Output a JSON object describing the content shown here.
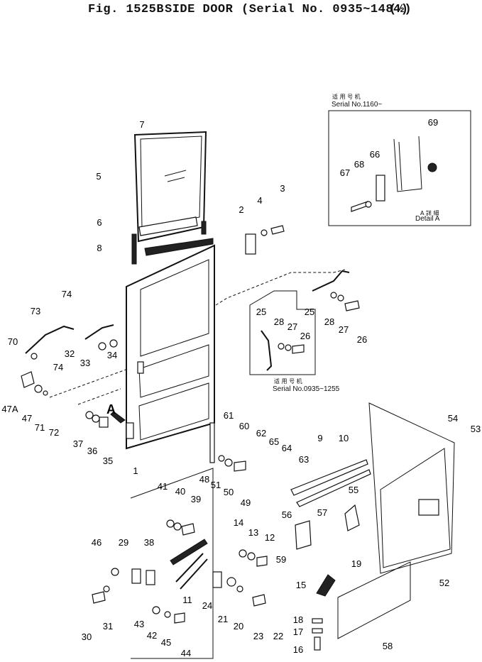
{
  "header": {
    "fig_label": "Fig. 1525B",
    "title": "SIDE DOOR",
    "serial": "(Serial No. 0935~1484)",
    "sheet": "(½)"
  },
  "insets": {
    "detail_a": {
      "jp_note": "适 用 号 机",
      "serial": "Serial No.1160~",
      "jp_label": "A 詳 細",
      "label": "Detail A"
    },
    "handle_variant": {
      "jp_note": "适 用 号 机",
      "serial": "Serial No.0935~1255"
    }
  },
  "arrow_label": "A",
  "callouts": [
    "1",
    "2",
    "3",
    "4",
    "5",
    "6",
    "7",
    "8",
    "9",
    "10",
    "11",
    "12",
    "13",
    "14",
    "15",
    "16",
    "17",
    "18",
    "19",
    "20",
    "21",
    "22",
    "23",
    "24",
    "25",
    "26",
    "27",
    "28",
    "29",
    "30",
    "31",
    "32",
    "33",
    "34",
    "35",
    "36",
    "37",
    "38",
    "39",
    "40",
    "41",
    "42",
    "43",
    "44",
    "45",
    "46",
    "47",
    "47A",
    "48",
    "49",
    "50",
    "51",
    "52",
    "53",
    "54",
    "55",
    "56",
    "57",
    "58",
    "59",
    "60",
    "61",
    "62",
    "63",
    "64",
    "65",
    "66",
    "67",
    "68",
    "69",
    "70",
    "71",
    "72",
    "73",
    "74"
  ]
}
